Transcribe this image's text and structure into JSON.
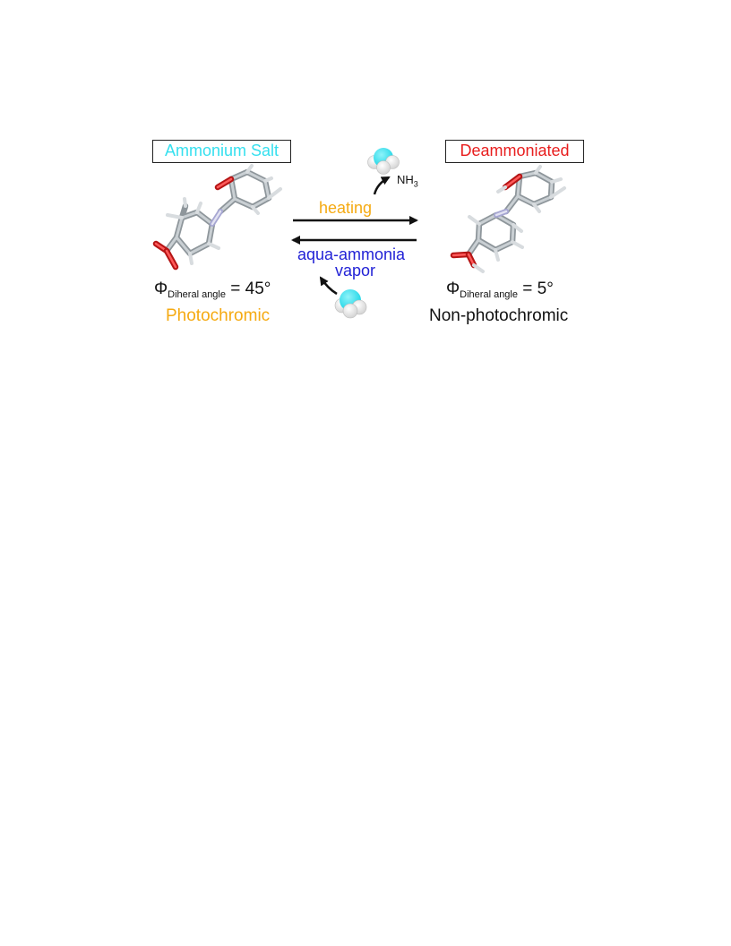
{
  "left": {
    "title": "Ammonium Salt",
    "phi_symbol": "Φ",
    "phi_subscript": "Diheral angle",
    "phi_value": "= 45°",
    "property": "Photochromic"
  },
  "right": {
    "title": "Deammoniated",
    "phi_symbol": "Φ",
    "phi_subscript": "Diheral angle",
    "phi_value": "= 5°",
    "property": "Non-photochromic"
  },
  "forward_label": "heating",
  "reverse_label_line1": "aqua-ammonia",
  "reverse_label_line2": "vapor",
  "nh3_label": "NH",
  "nh3_subscript": "3",
  "colors": {
    "cyan": "#35e0ef",
    "red": "#e81e1e",
    "orange": "#f5aa12",
    "blue": "#2222d6",
    "bond_gray": "#a9b0b5",
    "oxygen": "#e02020",
    "nitrogen": "#c7c7e6"
  }
}
